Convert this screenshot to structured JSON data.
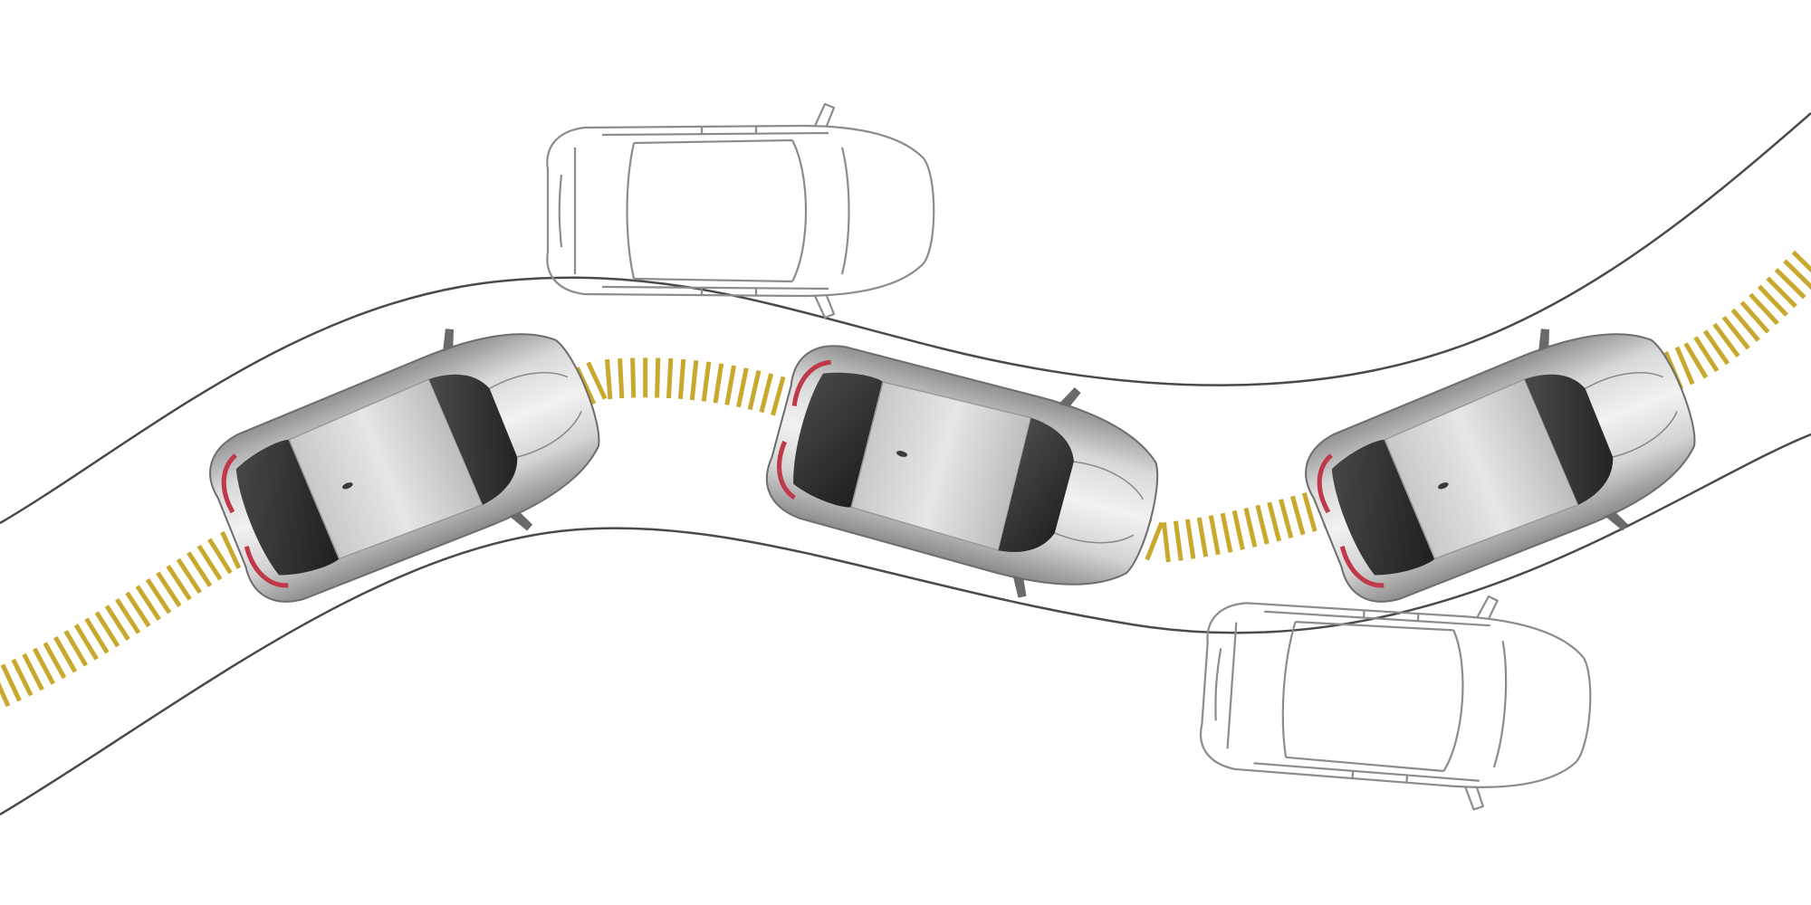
{
  "scene": {
    "cars": [
      {
        "kind": "active",
        "shade": "silver"
      },
      {
        "kind": "active",
        "shade": "silver"
      },
      {
        "kind": "active",
        "shade": "silver"
      },
      {
        "kind": "parked-outline",
        "shade": "outline"
      },
      {
        "kind": "parked-outline",
        "shade": "outline"
      }
    ]
  },
  "colors": {
    "background": "#ffffff",
    "road_edge": "#4a4a4a",
    "guidance_dash": "#c8a92e",
    "car_body": "#b8b8b8",
    "car_glass": "#2e2e2e",
    "outline_car": "#8c8c8c",
    "tail_light": "#c0394a"
  },
  "icons": {
    "active_car": "car-top-view-icon",
    "parked_car": "car-outline-icon"
  }
}
